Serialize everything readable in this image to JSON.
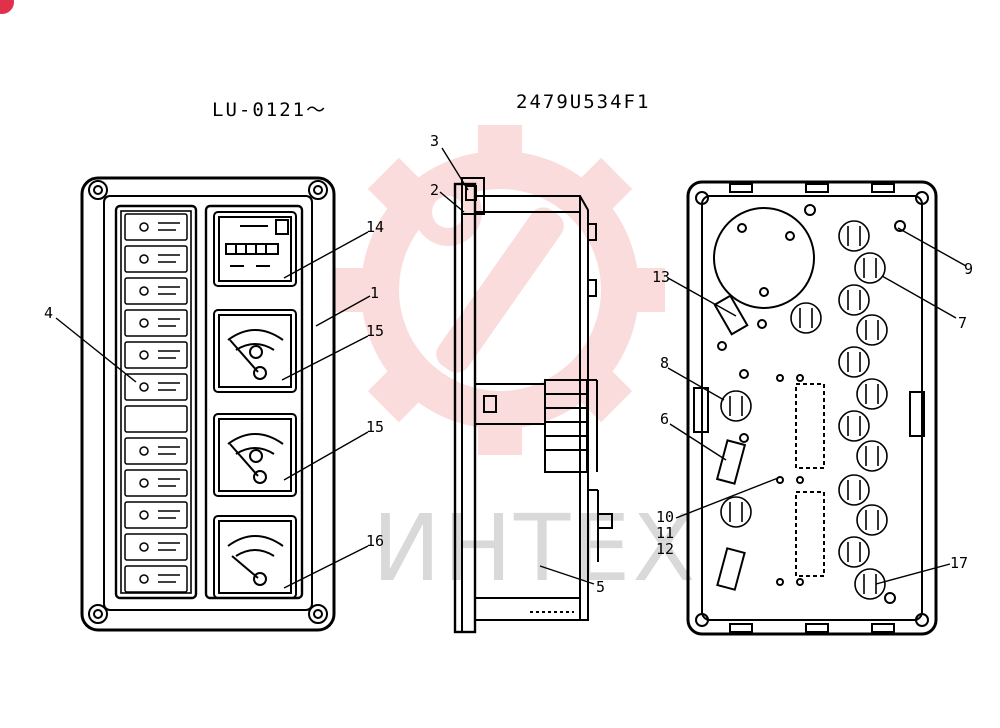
{
  "header": {
    "serial_range": "LU-0121～",
    "part_number": "2479U534F1"
  },
  "watermark": {
    "text": "ИНТЕХ",
    "logo": "gear-wrench-logo",
    "color": "#f7b3b3"
  },
  "callouts": [
    {
      "id": "callout-1",
      "label": "1"
    },
    {
      "id": "callout-2",
      "label": "2"
    },
    {
      "id": "callout-3",
      "label": "3"
    },
    {
      "id": "callout-4",
      "label": "4"
    },
    {
      "id": "callout-5",
      "label": "5"
    },
    {
      "id": "callout-6",
      "label": "6"
    },
    {
      "id": "callout-7",
      "label": "7"
    },
    {
      "id": "callout-8",
      "label": "8"
    },
    {
      "id": "callout-9",
      "label": "9"
    },
    {
      "id": "callout-10",
      "label": "10"
    },
    {
      "id": "callout-11",
      "label": "11"
    },
    {
      "id": "callout-12",
      "label": "12"
    },
    {
      "id": "callout-13",
      "label": "13"
    },
    {
      "id": "callout-14",
      "label": "14"
    },
    {
      "id": "callout-15a",
      "label": "15"
    },
    {
      "id": "callout-15b",
      "label": "15"
    },
    {
      "id": "callout-16",
      "label": "16"
    },
    {
      "id": "callout-17",
      "label": "17"
    }
  ]
}
